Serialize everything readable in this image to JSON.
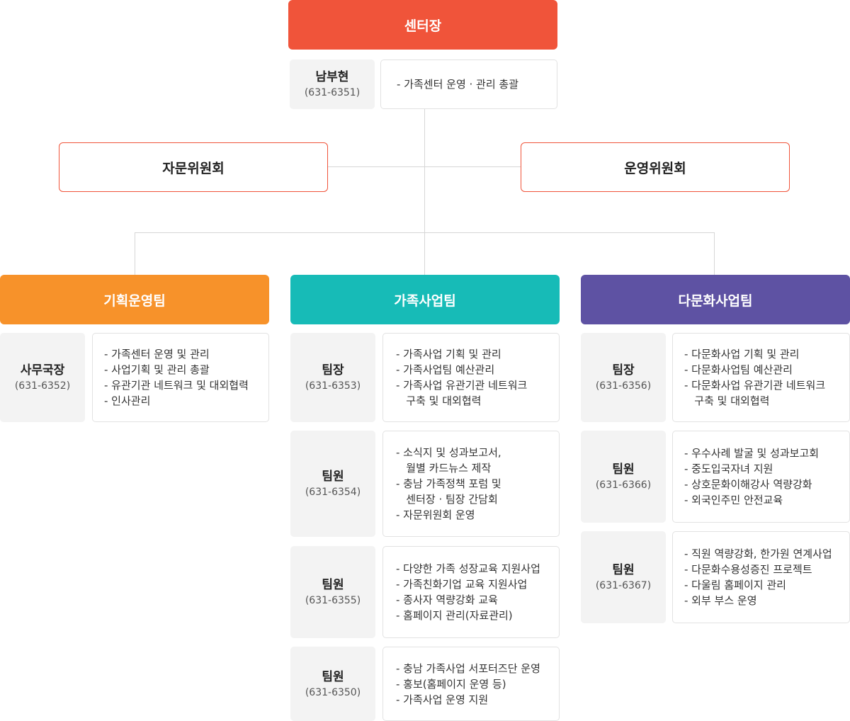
{
  "director": {
    "title": "센터장",
    "name": "남부현",
    "phone": "(631-6351)",
    "duties": [
      "- 가족센터 운영 · 관리 총괄"
    ]
  },
  "committees": {
    "left": "자문위원회",
    "right": "운영위원회"
  },
  "teams": [
    {
      "name": "기획운영팀",
      "color": "#f7922a",
      "members": [
        {
          "role": "사무국장",
          "phone": "(631-6352)",
          "duties": [
            "- 가족센터 운영 및 관리",
            "- 사업기획 및 관리 총괄",
            "- 유관기관 네트워크 및 대외협력",
            "- 인사관리"
          ]
        }
      ]
    },
    {
      "name": "가족사업팀",
      "color": "#17bbb7",
      "members": [
        {
          "role": "팀장",
          "phone": "(631-6353)",
          "duties": [
            "- 가족사업 기획 및 관리",
            "- 가족사업팀 예산관리",
            "- 가족사업 유관기관 네트워크",
            "   구축 및 대외협력"
          ]
        },
        {
          "role": "팀원",
          "phone": "(631-6354)",
          "duties": [
            "- 소식지 및 성과보고서,",
            "   월별 카드뉴스 제작",
            "- 충남 가족정책 포럼 및",
            "   센터장 · 팀장 간담회",
            "- 자문위원회 운영"
          ]
        },
        {
          "role": "팀원",
          "phone": "(631-6355)",
          "duties": [
            "- 다양한 가족 성장교육 지원사업",
            "- 가족친화기업 교육 지원사업",
            "- 종사자 역량강화 교육",
            "- 홈페이지 관리(자료관리)"
          ]
        },
        {
          "role": "팀원",
          "phone": "(631-6350)",
          "duties": [
            "- 충남 가족사업 서포터즈단 운영",
            "- 홍보(홈페이지 운영 등)",
            "- 가족사업 운영 지원"
          ]
        }
      ]
    },
    {
      "name": "다문화사업팀",
      "color": "#5e52a3",
      "members": [
        {
          "role": "팀장",
          "phone": "(631-6356)",
          "duties": [
            "- 다문화사업 기획 및 관리",
            "- 다문화사업팀 예산관리",
            "- 다문화사업 유관기관 네트워크",
            "   구축 및 대외협력"
          ]
        },
        {
          "role": "팀원",
          "phone": "(631-6366)",
          "duties": [
            "- 우수사례 발굴 및 성과보고회",
            "- 중도입국자녀 지원",
            "- 상호문화이해강사 역량강화",
            "- 외국인주민 안전교육"
          ]
        },
        {
          "role": "팀원",
          "phone": "(631-6367)",
          "duties": [
            "- 직원 역량강화, 한가원 연계사업",
            "- 다문화수용성증진 프로젝트",
            "- 다울림 홈페이지 관리",
            "- 외부 부스 운영"
          ]
        }
      ]
    }
  ]
}
